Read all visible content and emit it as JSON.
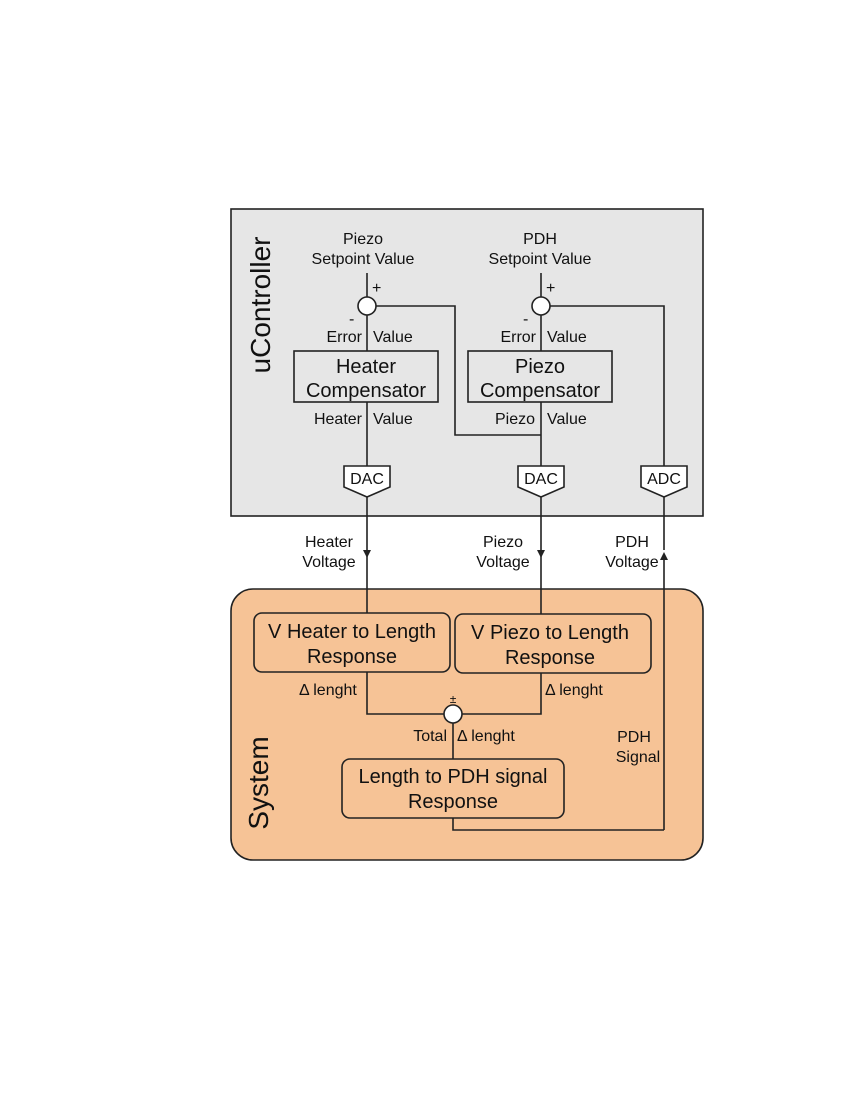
{
  "colors": {
    "controller_fill": "#e6e6e6",
    "system_fill": "#f6c396",
    "line": "#222222"
  },
  "ucontroller": {
    "title": "uController",
    "piezo_setpoint": [
      "Piezo",
      "Setpoint Value"
    ],
    "pdh_setpoint": [
      "PDH",
      "Setpoint Value"
    ],
    "sign_plus": "+",
    "sign_minus": "-",
    "error_left": "Error",
    "value_label": "Value",
    "heater_comp": [
      "Heater",
      "Compensator"
    ],
    "piezo_comp": [
      "Piezo",
      "Compensator"
    ],
    "heater_out": "Heater",
    "piezo_out": "Piezo",
    "dac": "DAC",
    "adc": "ADC"
  },
  "signals": {
    "heater_voltage": [
      "Heater",
      "Voltage"
    ],
    "piezo_voltage": [
      "Piezo",
      "Voltage"
    ],
    "pdh_voltage": [
      "PDH",
      "Voltage"
    ],
    "pdh_signal": [
      "PDH",
      "Signal"
    ]
  },
  "system": {
    "title": "System",
    "heater_response": [
      "V Heater to Length",
      "Response"
    ],
    "piezo_response": [
      "V Piezo to Length",
      "Response"
    ],
    "delta_length": "Δ lenght",
    "sum_sign": "±",
    "total_label": "Total",
    "pdh_response": [
      "Length to PDH signal",
      "Response"
    ]
  }
}
